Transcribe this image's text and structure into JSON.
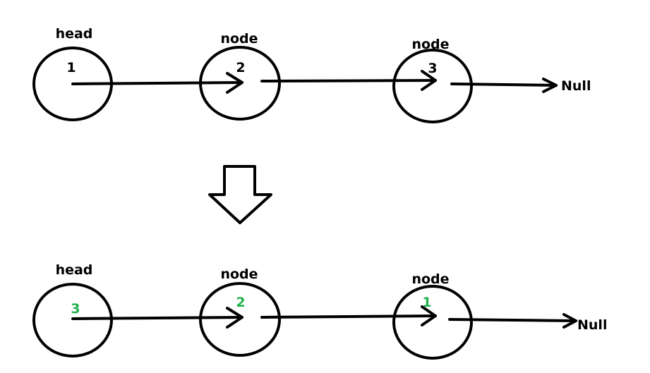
{
  "colors": {
    "stroke": "#000000",
    "text": "#000000",
    "reversed_value": "#22b14c"
  },
  "before": {
    "nodes": [
      {
        "label": "head",
        "value": "1"
      },
      {
        "label": "node",
        "value": "2"
      },
      {
        "label": "node",
        "value": "3"
      }
    ],
    "terminal": "Null"
  },
  "after": {
    "nodes": [
      {
        "label": "head",
        "value": "3"
      },
      {
        "label": "node",
        "value": "2"
      },
      {
        "label": "node",
        "value": "1"
      }
    ],
    "terminal": "Null"
  },
  "transition_icon": "down-arrow-icon"
}
